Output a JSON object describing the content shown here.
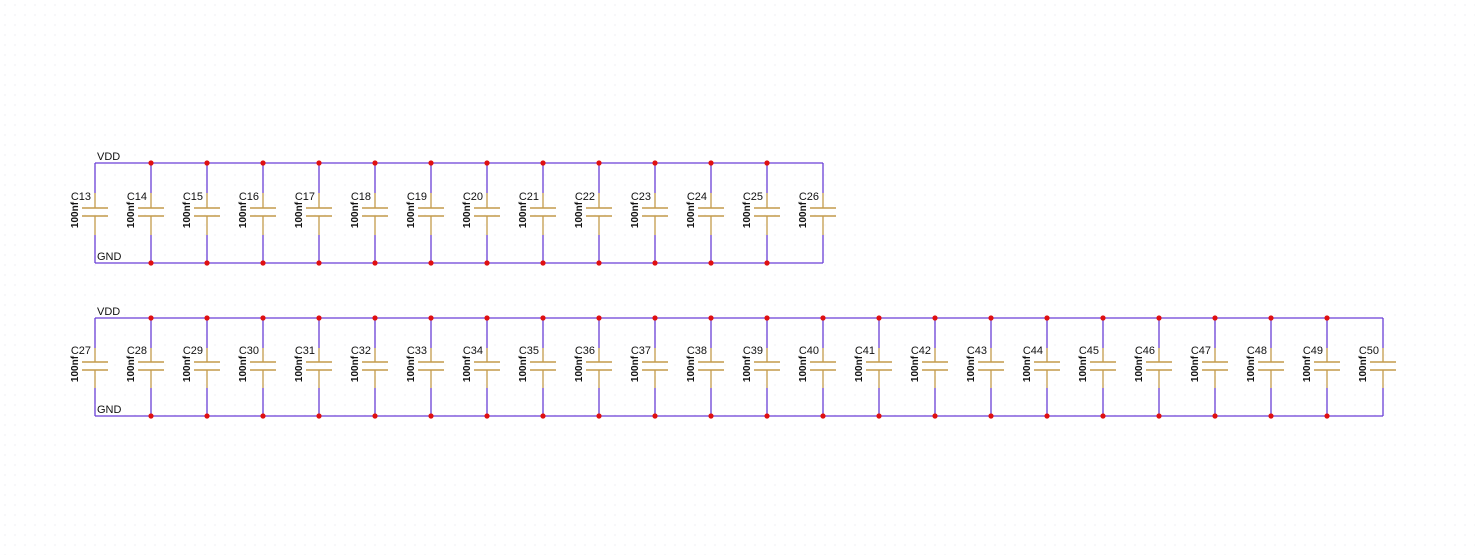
{
  "colors": {
    "wire": "#6a3fd6",
    "component": "#c49a4a",
    "junction": "#e01010",
    "text": "#111111"
  },
  "rows": [
    {
      "net_top": "VDD",
      "net_bottom": "GND",
      "capacitors": [
        {
          "ref": "C13",
          "value": "100nf"
        },
        {
          "ref": "C14",
          "value": "100nf"
        },
        {
          "ref": "C15",
          "value": "100nf"
        },
        {
          "ref": "C16",
          "value": "100nf"
        },
        {
          "ref": "C17",
          "value": "100nf"
        },
        {
          "ref": "C18",
          "value": "100nf"
        },
        {
          "ref": "C19",
          "value": "100nf"
        },
        {
          "ref": "C20",
          "value": "100nf"
        },
        {
          "ref": "C21",
          "value": "100nf"
        },
        {
          "ref": "C22",
          "value": "100nf"
        },
        {
          "ref": "C23",
          "value": "100nf"
        },
        {
          "ref": "C24",
          "value": "100nf"
        },
        {
          "ref": "C25",
          "value": "100nf"
        },
        {
          "ref": "C26",
          "value": "100nf"
        }
      ]
    },
    {
      "net_top": "VDD",
      "net_bottom": "GND",
      "capacitors": [
        {
          "ref": "C27",
          "value": "100nf"
        },
        {
          "ref": "C28",
          "value": "100nf"
        },
        {
          "ref": "C29",
          "value": "100nf"
        },
        {
          "ref": "C30",
          "value": "100nf"
        },
        {
          "ref": "C31",
          "value": "100nf"
        },
        {
          "ref": "C32",
          "value": "100nf"
        },
        {
          "ref": "C33",
          "value": "100nf"
        },
        {
          "ref": "C34",
          "value": "100nf"
        },
        {
          "ref": "C35",
          "value": "100nf"
        },
        {
          "ref": "C36",
          "value": "100nf"
        },
        {
          "ref": "C37",
          "value": "100nf"
        },
        {
          "ref": "C38",
          "value": "100nf"
        },
        {
          "ref": "C39",
          "value": "100nf"
        },
        {
          "ref": "C40",
          "value": "100nf"
        },
        {
          "ref": "C41",
          "value": "100nf"
        },
        {
          "ref": "C42",
          "value": "100nf"
        },
        {
          "ref": "C43",
          "value": "100nf"
        },
        {
          "ref": "C44",
          "value": "100nf"
        },
        {
          "ref": "C45",
          "value": "100nf"
        },
        {
          "ref": "C46",
          "value": "100nf"
        },
        {
          "ref": "C47",
          "value": "100nf"
        },
        {
          "ref": "C48",
          "value": "100nf"
        },
        {
          "ref": "C49",
          "value": "100nf"
        },
        {
          "ref": "C50",
          "value": "100nf"
        }
      ]
    }
  ]
}
